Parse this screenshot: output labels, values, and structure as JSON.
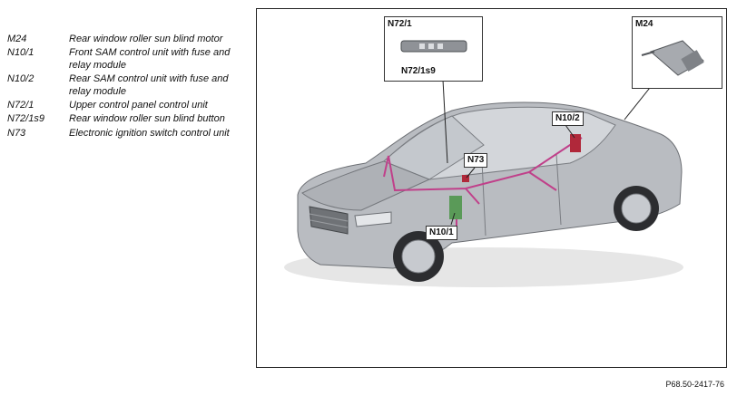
{
  "legend": [
    {
      "code": "M24",
      "desc": "Rear window roller sun blind motor"
    },
    {
      "code": "N10/1",
      "desc": "Front SAM control unit with fuse and relay module"
    },
    {
      "code": "N10/2",
      "desc": "Rear SAM control unit with fuse and relay module"
    },
    {
      "code": "N72/1",
      "desc": "Upper control panel control unit"
    },
    {
      "code": "N72/1s9",
      "desc": "Rear window roller sun blind button"
    },
    {
      "code": "N73",
      "desc": "Electronic ignition switch control unit"
    }
  ],
  "figure": {
    "inset_n72_title": "N72/1",
    "inset_n72_sub": "N72/1s9",
    "inset_m24_title": "M24",
    "callout_n73": "N73",
    "callout_n10_1": "N10/1",
    "callout_n10_2": "N10/2",
    "figure_id": "P68.50-2417-76"
  },
  "colors": {
    "wiring": "#c0408a",
    "car_body": "#b9bcc1",
    "module_green": "#5a9a58",
    "module_red": "#b0283a"
  }
}
